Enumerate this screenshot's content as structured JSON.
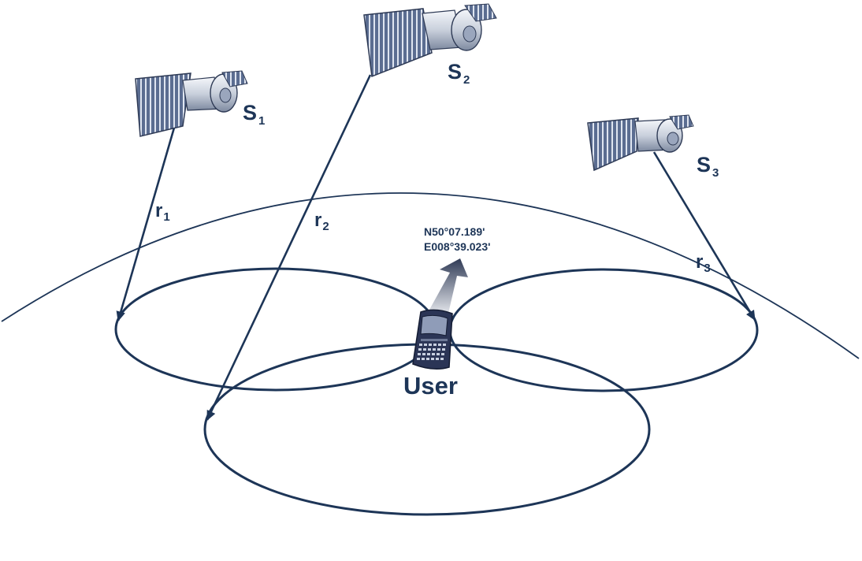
{
  "colors": {
    "ink": "#1d3557",
    "panel": "#3d4f73",
    "phone": "#2b3556",
    "arrow": "#4a556f"
  },
  "satellites": [
    {
      "id": "s1",
      "label": "S",
      "sub": "1",
      "icon": "satellite-icon"
    },
    {
      "id": "s2",
      "label": "S",
      "sub": "2",
      "icon": "satellite-icon"
    },
    {
      "id": "s3",
      "label": "S",
      "sub": "3",
      "icon": "satellite-icon"
    }
  ],
  "ranges": [
    {
      "id": "r1",
      "label": "r",
      "sub": "1"
    },
    {
      "id": "r2",
      "label": "r",
      "sub": "2"
    },
    {
      "id": "r3",
      "label": "r",
      "sub": "3"
    }
  ],
  "position": {
    "lat": "N50°07.189'",
    "lon": "E008°39.023'"
  },
  "user": {
    "label": "User",
    "icon": "smartphone-icon"
  }
}
